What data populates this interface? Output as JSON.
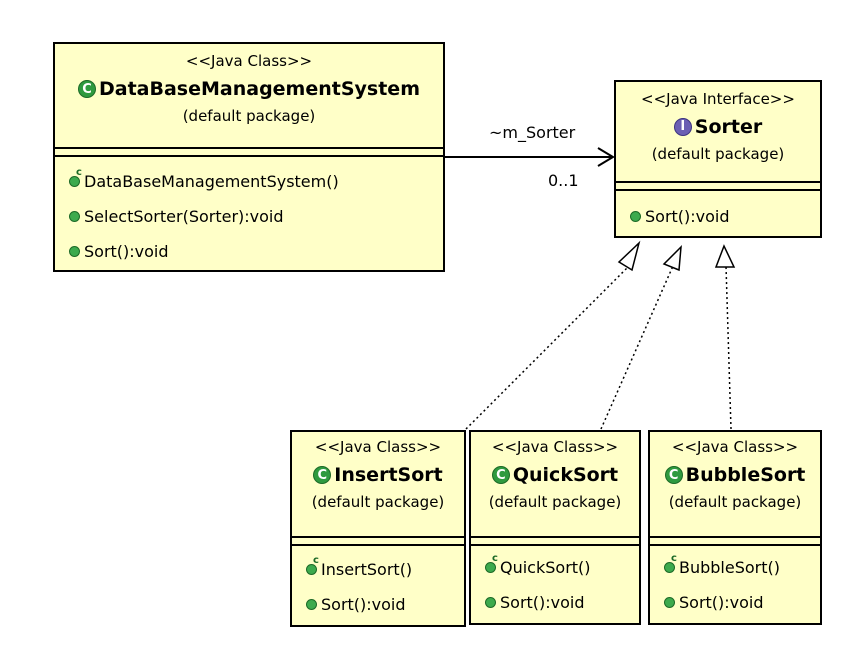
{
  "dbms": {
    "stereotype": "<<Java Class>>",
    "name": "DataBaseManagementSystem",
    "package": "(default package)",
    "ops": [
      "DataBaseManagementSystem()",
      "SelectSorter(Sorter):void",
      "Sort():void"
    ]
  },
  "sorter": {
    "stereotype": "<<Java Interface>>",
    "name": "Sorter",
    "package": "(default package)",
    "ops": [
      "Sort():void"
    ]
  },
  "insert": {
    "stereotype": "<<Java Class>>",
    "name": "InsertSort",
    "package": "(default package)",
    "ops": [
      "InsertSort()",
      "Sort():void"
    ]
  },
  "quick": {
    "stereotype": "<<Java Class>>",
    "name": "QuickSort",
    "package": "(default package)",
    "ops": [
      "QuickSort()",
      "Sort():void"
    ]
  },
  "bubble": {
    "stereotype": "<<Java Class>>",
    "name": "BubbleSort",
    "package": "(default package)",
    "ops": [
      "BubbleSort()",
      "Sort():void"
    ]
  },
  "association": {
    "role": "~m_Sorter",
    "multiplicity": "0..1"
  },
  "icons": {
    "class": "class-icon",
    "interface": "interface-icon",
    "constructor": "constructor-icon",
    "method": "method-icon"
  },
  "colors": {
    "box_fill": "#ffffc8",
    "class_icon": "#2f9a3f",
    "interface_icon": "#6b5fb3"
  }
}
